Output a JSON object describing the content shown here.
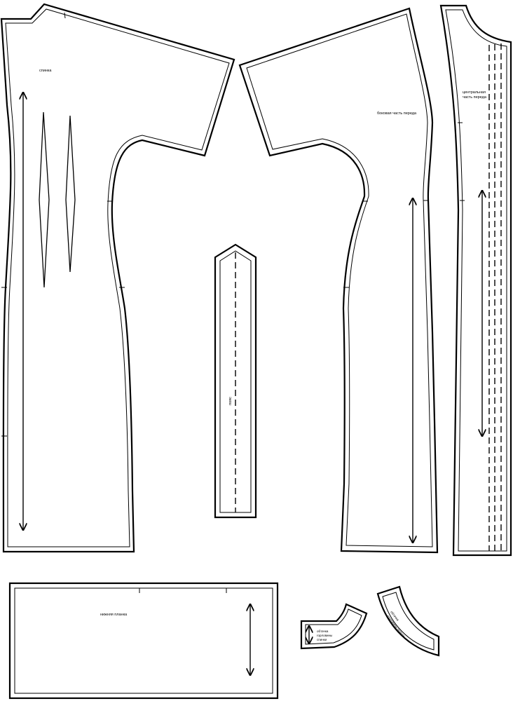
{
  "pieces": {
    "back": {
      "label": "спинка"
    },
    "side_front": {
      "label": "боковая часть переда"
    },
    "center_front": {
      "label_line1": "центральная",
      "label_line2": "часть переда"
    },
    "belt": {
      "label": "пояс"
    },
    "hem_band": {
      "label": "нижняя планка"
    },
    "back_neck_facing": {
      "label_line1": "обтачка",
      "label_line2": "горловины",
      "label_line3": "спинки"
    },
    "front_neck_facing": {
      "label_line1": "обтачка",
      "label_line2": "горловины переда"
    }
  }
}
